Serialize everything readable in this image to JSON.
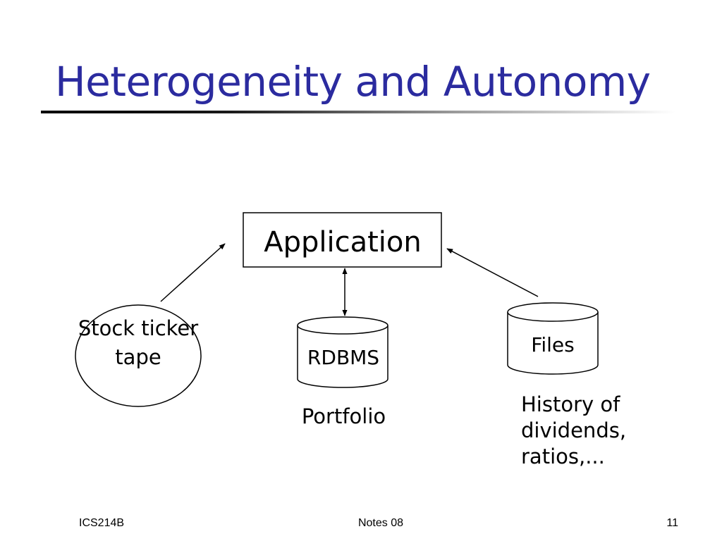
{
  "slide": {
    "title": "Heterogeneity and Autonomy"
  },
  "diagram": {
    "application": "Application",
    "stock_source": "Stock ticker tape",
    "rdbms": "RDBMS",
    "files": "Files",
    "rdbms_caption": "Portfolio",
    "files_caption": "History of dividends, ratios,..."
  },
  "footer": {
    "course": "ICS214B",
    "notes": "Notes 08",
    "page": "11"
  },
  "colors": {
    "title": "#2b2b9f",
    "background": "#ffffff",
    "lines": "#000000"
  }
}
